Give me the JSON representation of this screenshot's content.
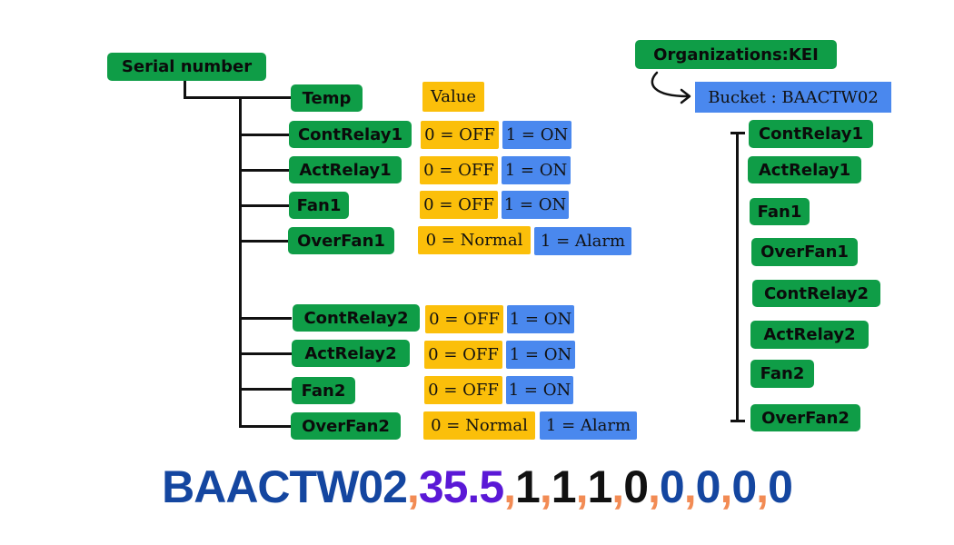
{
  "colors": {
    "node_green": "#0f9d47",
    "value_yellow": "#fbbf0a",
    "value_blue": "#4a88ee",
    "payload_bucket": "#1446a0",
    "payload_temp": "#5a18d6",
    "payload_relay": "#111111",
    "payload_fault": "#1446a0",
    "payload_comma": "#f28b54"
  },
  "tree": {
    "root": "Serial number",
    "temp": {
      "label": "Temp",
      "value": "Value"
    },
    "group1": [
      {
        "label": "ContRelay1",
        "off": "0 = OFF",
        "on": "1 = ON"
      },
      {
        "label": "ActRelay1",
        "off": "0 = OFF",
        "on": "1 = ON"
      },
      {
        "label": "Fan1",
        "off": "0 = OFF",
        "on": "1 = ON"
      },
      {
        "label": "OverFan1",
        "off": "0 = Normal",
        "on": "1 = Alarm"
      }
    ],
    "group2": [
      {
        "label": "ContRelay2",
        "off": "0 = OFF",
        "on": "1 = ON"
      },
      {
        "label": "ActRelay2",
        "off": "0 = OFF",
        "on": "1 = ON"
      },
      {
        "label": "Fan2",
        "off": "0 = OFF",
        "on": "1 = ON"
      },
      {
        "label": "OverFan2",
        "off": "0 = Normal",
        "on": "1 = Alarm"
      }
    ]
  },
  "storage": {
    "organization": "Organizations:KEI",
    "bucket": "Bucket : BAACTW02",
    "fields": [
      "ContRelay1",
      "ActRelay1",
      "Fan1",
      "OverFan1",
      "ContRelay2",
      "ActRelay2",
      "Fan2",
      "OverFan2"
    ]
  },
  "payload": {
    "separator": ",",
    "bucket": "BAACTW02",
    "temp": "35.5",
    "relays": [
      "1",
      "1",
      "1",
      "0"
    ],
    "faults": [
      "0",
      "0",
      "0",
      "0"
    ]
  }
}
